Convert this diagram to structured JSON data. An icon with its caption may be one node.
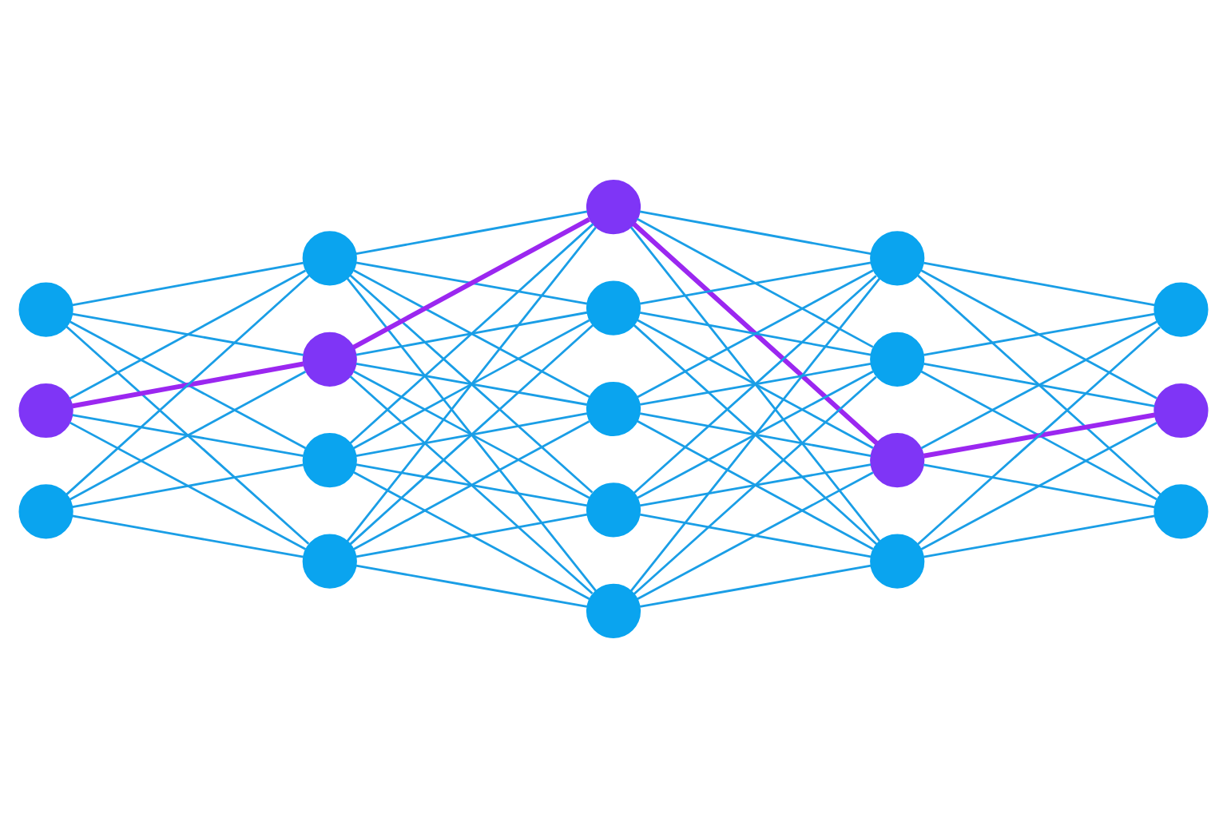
{
  "diagram": {
    "nodes": [
      {
        "text": [],
        "shape": "circle"
      },
      {
        "text": [],
        "shape": "circle"
      },
      {
        "text": [],
        "shape": "circle"
      },
      {
        "text": [],
        "shape": "circle"
      },
      {
        "text": [],
        "shape": "circle"
      },
      {
        "text": [],
        "shape": "circle"
      },
      {
        "text": [],
        "shape": "circle"
      },
      {
        "text": [],
        "shape": "circle"
      },
      {
        "text": [],
        "shape": "circle"
      },
      {
        "text": [],
        "shape": "circle"
      },
      {
        "text": [],
        "shape": "circle"
      },
      {
        "text": [],
        "shape": "circle"
      },
      {
        "text": [],
        "shape": "circle"
      },
      {
        "text": [],
        "shape": "circle"
      },
      {
        "text": [],
        "shape": "circle"
      },
      {
        "text": [],
        "shape": "circle"
      },
      {
        "text": [],
        "shape": "circle"
      },
      {
        "text": [],
        "shape": "circle"
      },
      {
        "text": [],
        "shape": "circle"
      }
    ],
    "edges": [
      {
        "from": 0,
        "to": 3,
        "arrow": "none"
      },
      {
        "from": 0,
        "to": 4,
        "arrow": "none"
      },
      {
        "from": 0,
        "to": 5,
        "arrow": "none"
      },
      {
        "from": 0,
        "to": 6,
        "arrow": "none"
      },
      {
        "from": 1,
        "to": 3,
        "arrow": "none"
      },
      {
        "from": 1,
        "to": 4,
        "arrow": "none",
        "style": "thick",
        "color": "#9b27f0"
      },
      {
        "from": 1,
        "to": 5,
        "arrow": "none"
      },
      {
        "from": 1,
        "to": 6,
        "arrow": "none"
      },
      {
        "from": 2,
        "to": 3,
        "arrow": "none"
      },
      {
        "from": 2,
        "to": 4,
        "arrow": "none"
      },
      {
        "from": 2,
        "to": 5,
        "arrow": "none"
      },
      {
        "from": 2,
        "to": 6,
        "arrow": "none"
      },
      {
        "from": 3,
        "to": 7,
        "arrow": "none"
      },
      {
        "from": 3,
        "to": 8,
        "arrow": "none"
      },
      {
        "from": 3,
        "to": 9,
        "arrow": "none"
      },
      {
        "from": 3,
        "to": 10,
        "arrow": "none"
      },
      {
        "from": 3,
        "to": 11,
        "arrow": "none"
      },
      {
        "from": 4,
        "to": 7,
        "arrow": "none",
        "style": "thick",
        "color": "#9b27f0"
      },
      {
        "from": 4,
        "to": 8,
        "arrow": "none"
      },
      {
        "from": 4,
        "to": 9,
        "arrow": "none"
      },
      {
        "from": 4,
        "to": 10,
        "arrow": "none"
      },
      {
        "from": 4,
        "to": 11,
        "arrow": "none"
      },
      {
        "from": 5,
        "to": 7,
        "arrow": "none"
      },
      {
        "from": 5,
        "to": 8,
        "arrow": "none"
      },
      {
        "from": 5,
        "to": 9,
        "arrow": "none"
      },
      {
        "from": 5,
        "to": 10,
        "arrow": "none"
      },
      {
        "from": 5,
        "to": 11,
        "arrow": "none"
      },
      {
        "from": 6,
        "to": 7,
        "arrow": "none"
      },
      {
        "from": 6,
        "to": 8,
        "arrow": "none"
      },
      {
        "from": 6,
        "to": 9,
        "arrow": "none"
      },
      {
        "from": 6,
        "to": 10,
        "arrow": "none"
      },
      {
        "from": 6,
        "to": 11,
        "arrow": "none"
      },
      {
        "from": 7,
        "to": 12,
        "arrow": "none"
      },
      {
        "from": 7,
        "to": 13,
        "arrow": "none"
      },
      {
        "from": 7,
        "to": 14,
        "arrow": "none",
        "style": "thick",
        "color": "#9b27f0"
      },
      {
        "from": 7,
        "to": 15,
        "arrow": "none"
      },
      {
        "from": 8,
        "to": 12,
        "arrow": "none"
      },
      {
        "from": 8,
        "to": 13,
        "arrow": "none"
      },
      {
        "from": 8,
        "to": 14,
        "arrow": "none"
      },
      {
        "from": 8,
        "to": 15,
        "arrow": "none"
      },
      {
        "from": 9,
        "to": 12,
        "arrow": "none"
      },
      {
        "from": 9,
        "to": 13,
        "arrow": "none"
      },
      {
        "from": 9,
        "to": 14,
        "arrow": "none"
      },
      {
        "from": 9,
        "to": 15,
        "arrow": "none"
      },
      {
        "from": 10,
        "to": 12,
        "arrow": "none"
      },
      {
        "from": 10,
        "to": 13,
        "arrow": "none"
      },
      {
        "from": 10,
        "to": 14,
        "arrow": "none"
      },
      {
        "from": 10,
        "to": 15,
        "arrow": "none"
      },
      {
        "from": 11,
        "to": 12,
        "arrow": "none"
      },
      {
        "from": 11,
        "to": 13,
        "arrow": "none"
      },
      {
        "from": 11,
        "to": 14,
        "arrow": "none"
      },
      {
        "from": 11,
        "to": 15,
        "arrow": "none"
      },
      {
        "from": 12,
        "to": 16,
        "arrow": "none"
      },
      {
        "from": 12,
        "to": 17,
        "arrow": "none"
      },
      {
        "from": 12,
        "to": 18,
        "arrow": "none"
      },
      {
        "from": 13,
        "to": 16,
        "arrow": "none"
      },
      {
        "from": 13,
        "to": 17,
        "arrow": "none"
      },
      {
        "from": 13,
        "to": 18,
        "arrow": "none"
      },
      {
        "from": 14,
        "to": 16,
        "arrow": "none"
      },
      {
        "from": 14,
        "to": 17,
        "arrow": "none",
        "style": "thick",
        "color": "#9b27f0"
      },
      {
        "from": 14,
        "to": 18,
        "arrow": "none"
      },
      {
        "from": 15,
        "to": 16,
        "arrow": "none"
      },
      {
        "from": 15,
        "to": 17,
        "arrow": "none"
      },
      {
        "from": 15,
        "to": 18,
        "arrow": "none"
      }
    ]
  }
}
